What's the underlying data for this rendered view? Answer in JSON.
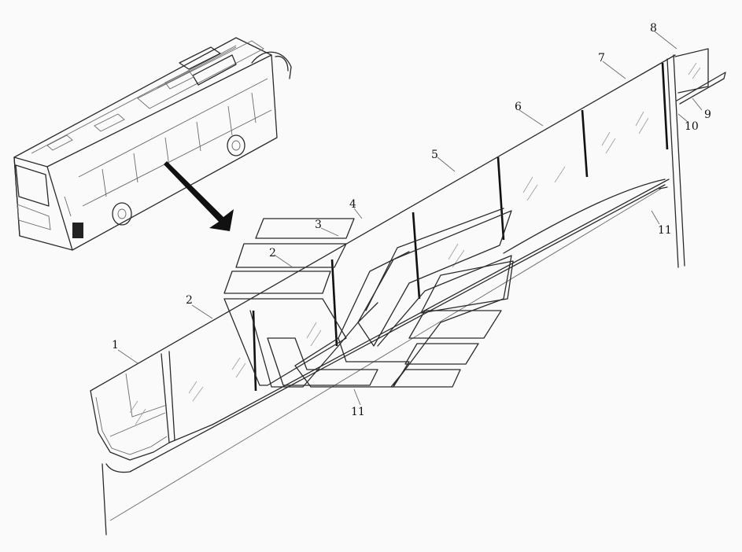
{
  "callouts": {
    "c1": "1",
    "c2a": "2",
    "c2b": "2",
    "c3": "3",
    "c4": "4",
    "c5": "5",
    "c6": "6",
    "c7": "7",
    "c8": "8",
    "c9": "9",
    "c10": "10",
    "c11a": "11",
    "c11b": "11"
  }
}
